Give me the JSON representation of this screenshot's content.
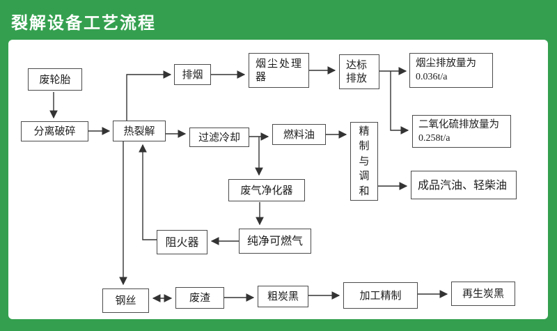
{
  "title": "裂解设备工艺流程",
  "theme": {
    "background_green": "#34a04f",
    "panel_white": "#ffffff",
    "line_color": "#333333",
    "box_border": "#4a4a4a",
    "text_color": "#1c1c1c",
    "title_color": "#ffffff"
  },
  "nodes": {
    "waste_tire": {
      "label": "废轮胎"
    },
    "separate_crush": {
      "label": "分离破碎"
    },
    "pyrolysis": {
      "label": "热裂解"
    },
    "smoke_exhaust": {
      "label": "排烟"
    },
    "dust_processor": {
      "label": "烟尘处理器"
    },
    "standard_discharge": {
      "label": "达标排放"
    },
    "dust_emission": {
      "label": "烟尘排放量为",
      "value": "0.036t/a"
    },
    "so2_emission": {
      "label": "二氧化硫排放量为",
      "value": "0.258t/a"
    },
    "filter_cooling": {
      "label": "过滤冷却"
    },
    "fuel_oil": {
      "label": "燃料油"
    },
    "refine_blend": {
      "label": "精制与调和"
    },
    "finished_oil": {
      "label": "成品汽油、轻柴油"
    },
    "gas_purifier": {
      "label": "废气净化器"
    },
    "pure_gas": {
      "label": "纯净可燃气"
    },
    "flame_arrester": {
      "label": "阻火器"
    },
    "steel_wire": {
      "label": "钢丝"
    },
    "waste_residue": {
      "label": "废渣"
    },
    "crude_carbon_black": {
      "label": "粗炭黑"
    },
    "processing_refine": {
      "label": "加工精制"
    },
    "regenerated_carbon_black": {
      "label": "再生炭黑"
    }
  }
}
